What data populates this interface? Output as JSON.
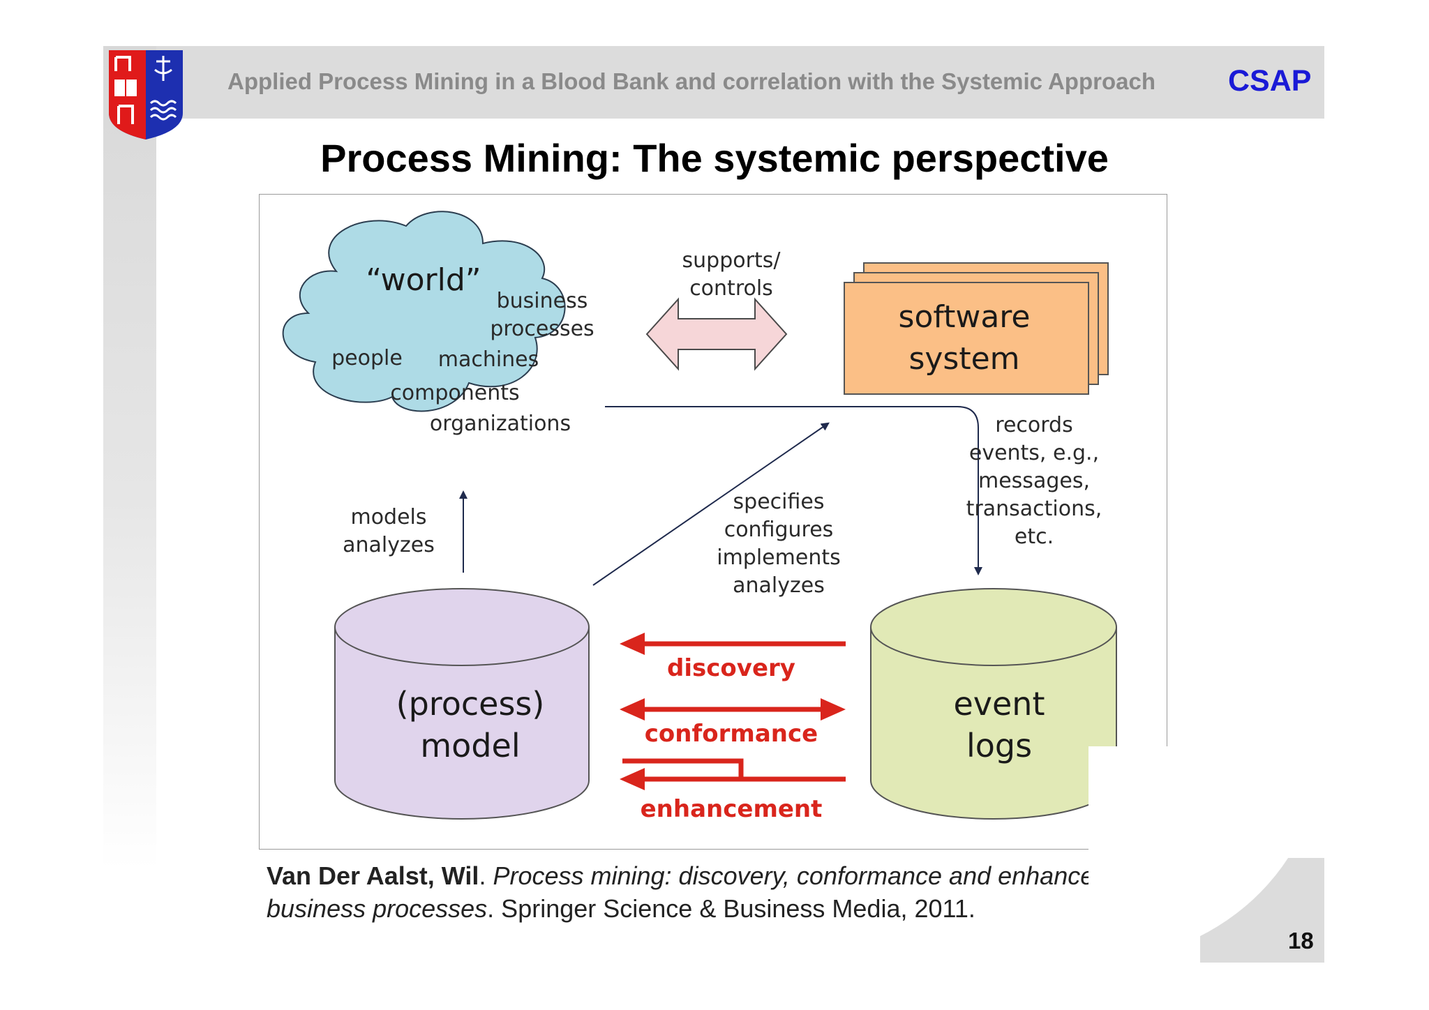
{
  "header": {
    "title": "Applied Process Mining in a Blood Bank and correlation with the Systemic Approach",
    "brand": "CSAP"
  },
  "slide": {
    "title": "Process Mining: The systemic perspective",
    "page_number": "18"
  },
  "diagram": {
    "world": {
      "title": "“world”",
      "items": [
        "business",
        "processes",
        "people",
        "machines",
        "components",
        "organizations"
      ]
    },
    "software": {
      "line1": "software",
      "line2": "system"
    },
    "supports": {
      "line1": "supports/",
      "line2": "controls"
    },
    "records": {
      "lines": [
        "records",
        "events, e.g.,",
        "messages,",
        "transactions,",
        "etc."
      ]
    },
    "models": {
      "line1": "models",
      "line2": "analyzes"
    },
    "specifies": {
      "lines": [
        "specifies",
        "configures",
        "implements",
        "analyzes"
      ]
    },
    "model_db": {
      "line1": "(process)",
      "line2": "model"
    },
    "logs_db": {
      "line1": "event",
      "line2": "logs"
    },
    "arrows": {
      "discovery": "discovery",
      "conformance": "conformance",
      "enhancement": "enhancement"
    },
    "colors": {
      "cloud": "#aedbe6",
      "software": "#fbbf86",
      "model_db": "#e0d4ec",
      "logs_db": "#e1e9b6",
      "red_arrow": "#d9251c",
      "pink_arrow": "#f6d6d8",
      "dark_arrow": "#1f2a4d"
    }
  },
  "citation": {
    "author": "Van Der Aalst, Wil",
    "sep": ". ",
    "title": "Process mining: discovery, conformance and enhancement of business processes",
    "rest": ". Springer Science & Business Media, 2011."
  }
}
